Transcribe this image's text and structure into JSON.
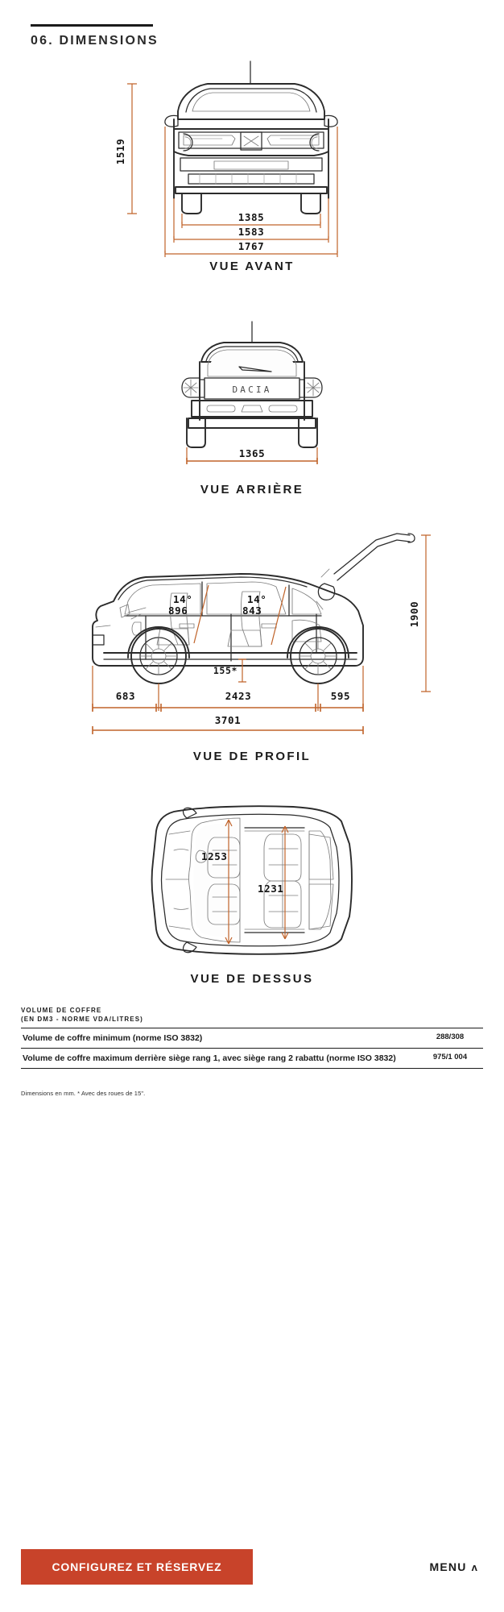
{
  "header": {
    "title": "06. DIMENSIONS"
  },
  "views": {
    "front": {
      "caption": "VUE AVANT",
      "height": "1519",
      "track": "1385",
      "width_mirrors_folded": "1583",
      "width_mirrors_open": "1767"
    },
    "rear": {
      "caption": "VUE ARRIÈRE",
      "track": "1365",
      "badge": "DACIA"
    },
    "profile": {
      "caption": "VUE DE PROFIL",
      "height_open_tailgate": "1900",
      "front_overhang": "683",
      "wheelbase": "2423",
      "rear_overhang": "595",
      "total_length": "3701",
      "ground_clearance": "155*",
      "front_seat_angle": "14°",
      "front_seat_height": "896",
      "rear_seat_angle": "14°",
      "rear_seat_height": "843"
    },
    "top": {
      "caption": "VUE DE DESSUS",
      "front_width": "1253",
      "rear_width": "1231"
    }
  },
  "table": {
    "head_line1": "VOLUME DE COFFRE",
    "head_line2": "(EN DM3 - NORME VDA/LITRES)",
    "rows": [
      {
        "label": "Volume de coffre minimum (norme ISO 3832)",
        "value": "288/308"
      },
      {
        "label": "Volume de coffre maximum derrière siège rang 1, avec siège rang 2 rabattu (norme ISO 3832)",
        "value": "975/1 004"
      }
    ]
  },
  "footnote": "Dimensions en mm. * Avec des roues de 15\".",
  "footer": {
    "cta_label": "CONFIGUREZ ET RÉSERVEZ",
    "menu_label": "MENU",
    "menu_chevron": "ʌ"
  },
  "colors": {
    "accent": "#c8432a",
    "dimension_line": "#c0632a",
    "ink": "#1b1b1b"
  }
}
